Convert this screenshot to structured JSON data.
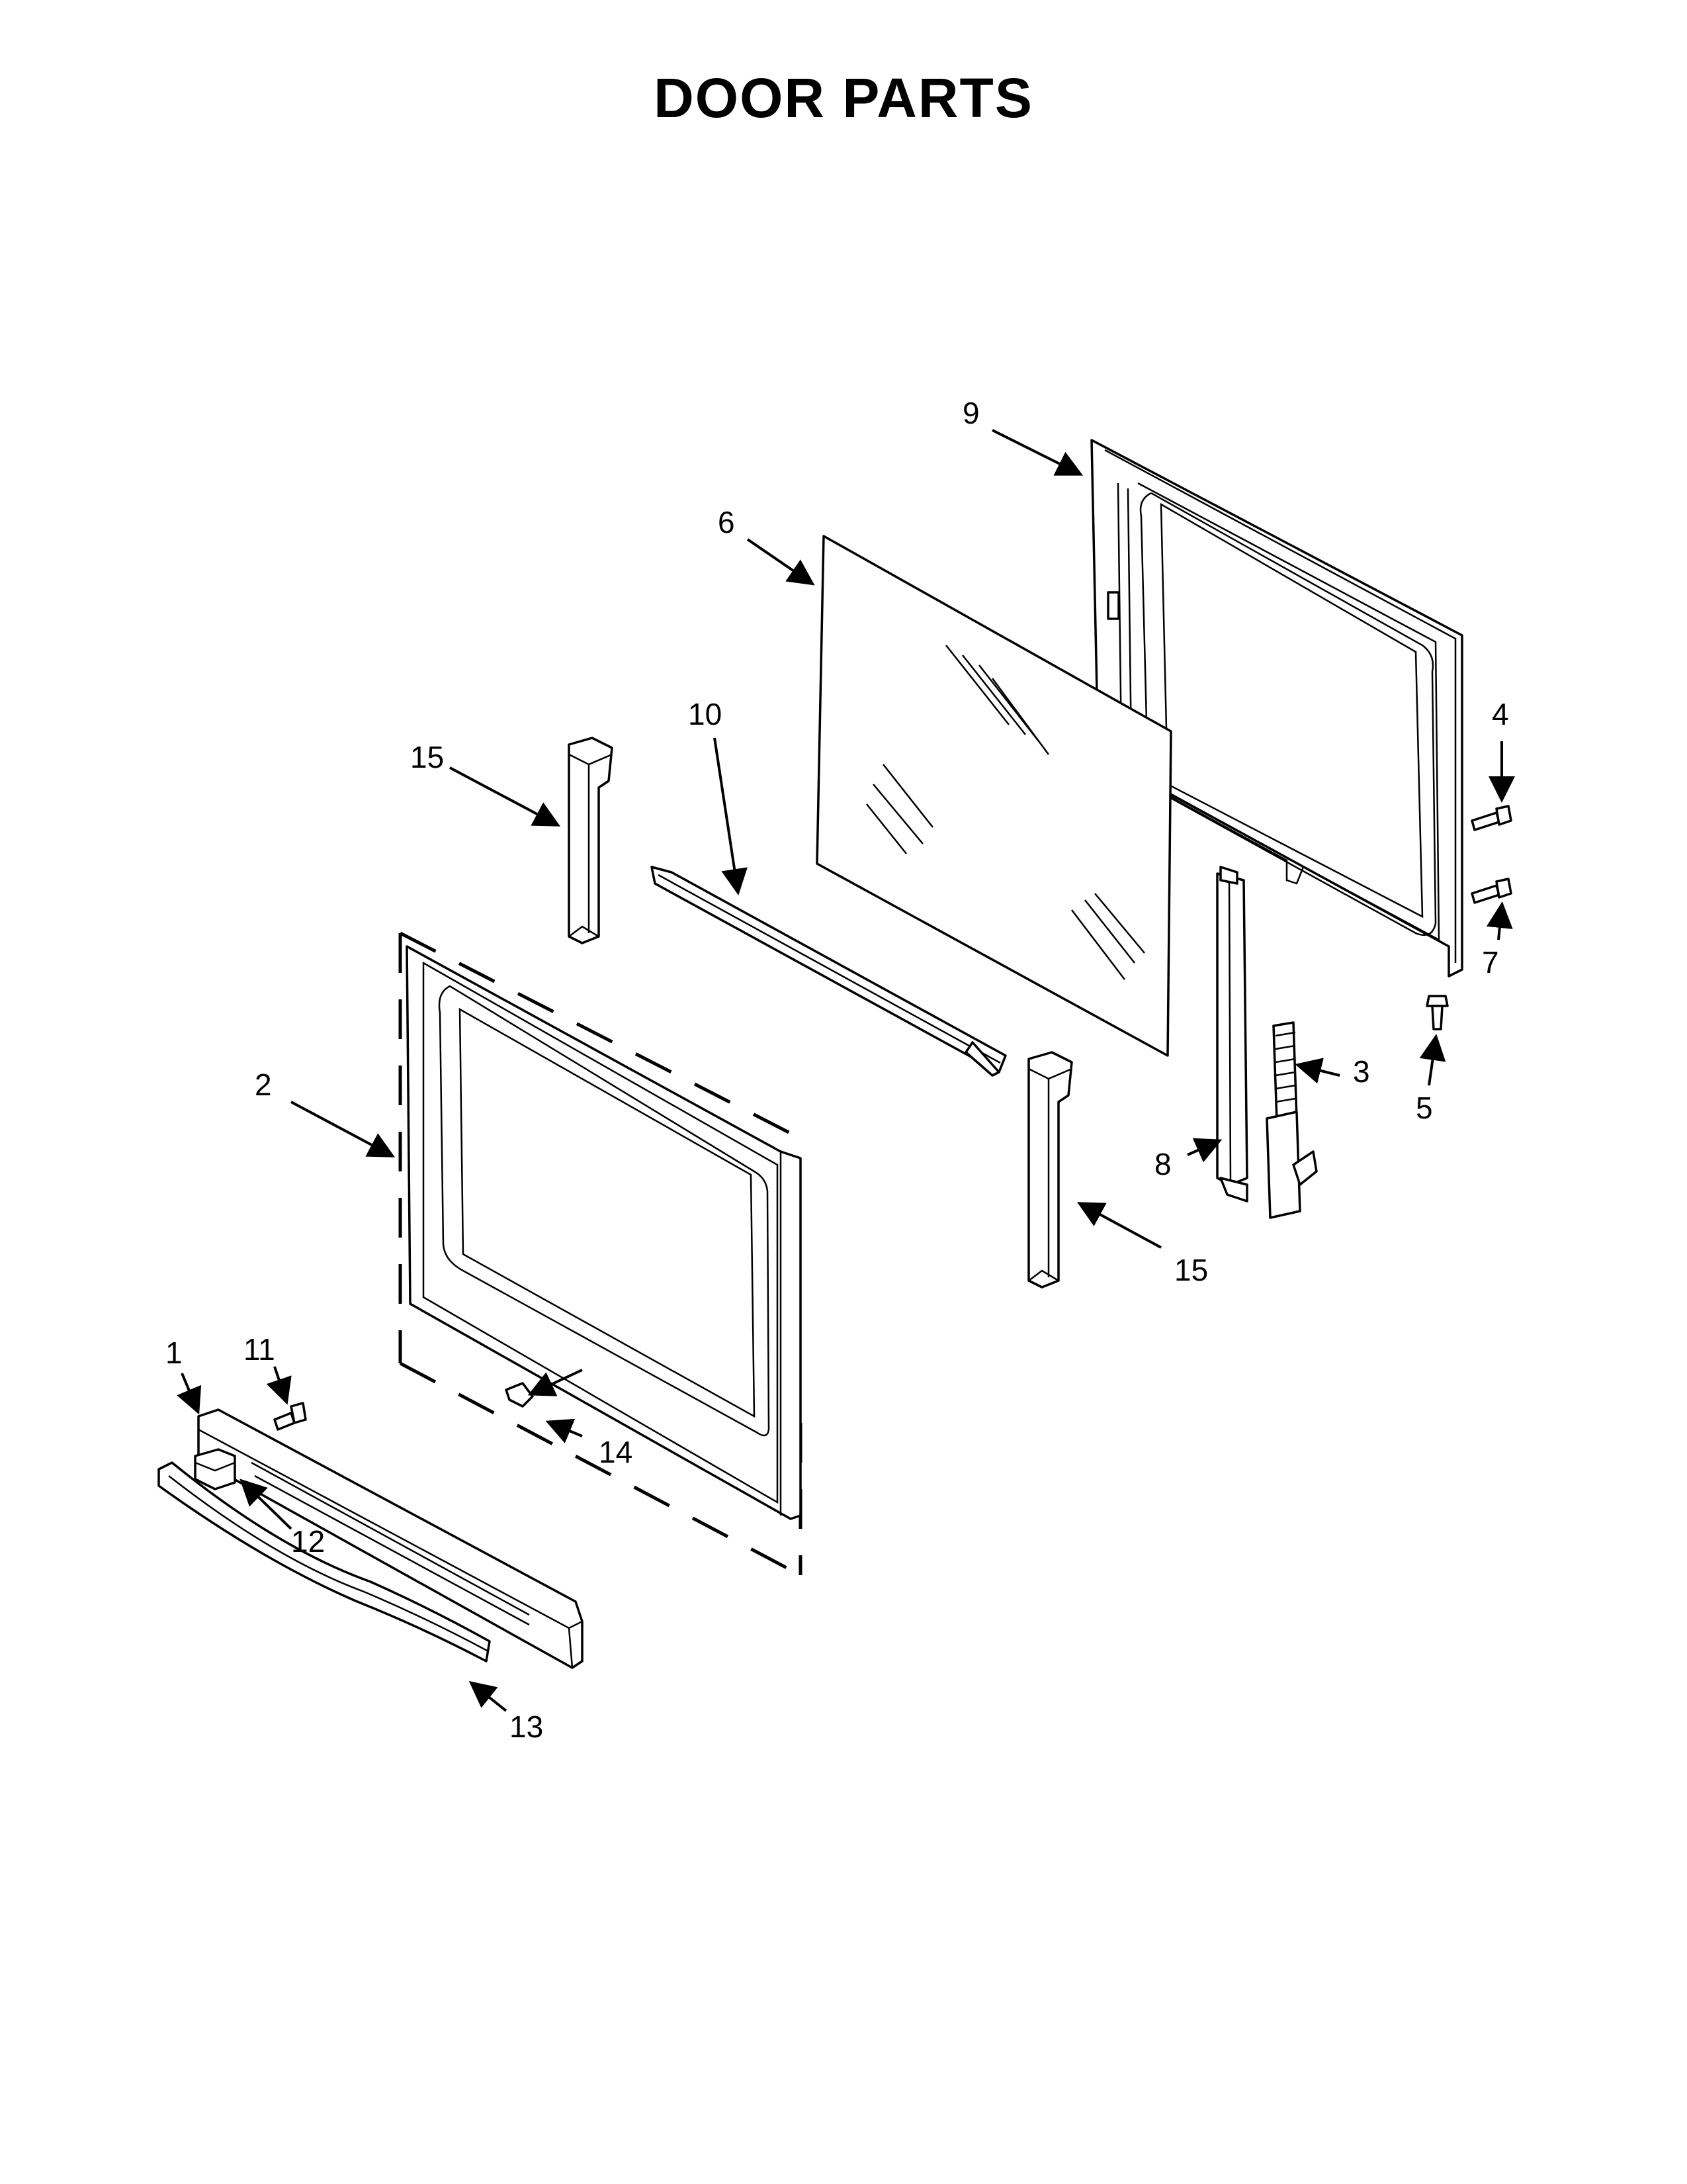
{
  "title": "DOOR PARTS",
  "callouts": {
    "c1": "1",
    "c2": "2",
    "c3": "3",
    "c4": "4",
    "c5": "5",
    "c6": "6",
    "c7": "7",
    "c8": "8",
    "c9": "9",
    "c10": "10",
    "c11": "11",
    "c12": "12",
    "c13": "13",
    "c14": "14",
    "c15a": "15",
    "c15b": "15"
  }
}
